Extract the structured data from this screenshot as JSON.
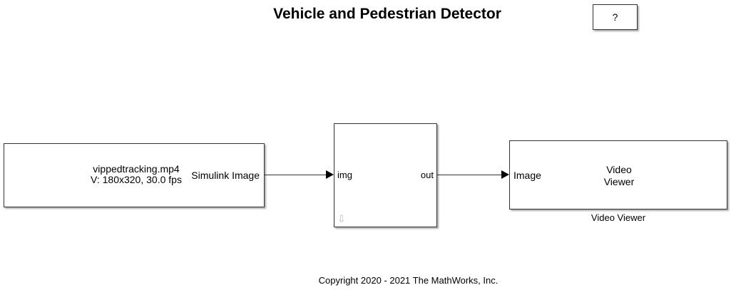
{
  "title": "Vehicle and Pedestrian Detector",
  "help_button": "?",
  "source_block": {
    "line1": "vippedtracking.mp4",
    "line2": "V: 180x320, 30.0 fps",
    "out_port": "Simulink Image"
  },
  "subsystem": {
    "in_port": "img",
    "out_port": "out"
  },
  "viewer": {
    "in_port": "Image",
    "text_line1": "Video",
    "text_line2": "Viewer",
    "name": "Video Viewer"
  },
  "copyright": "Copyright 2020 - 2021 The MathWorks, Inc."
}
